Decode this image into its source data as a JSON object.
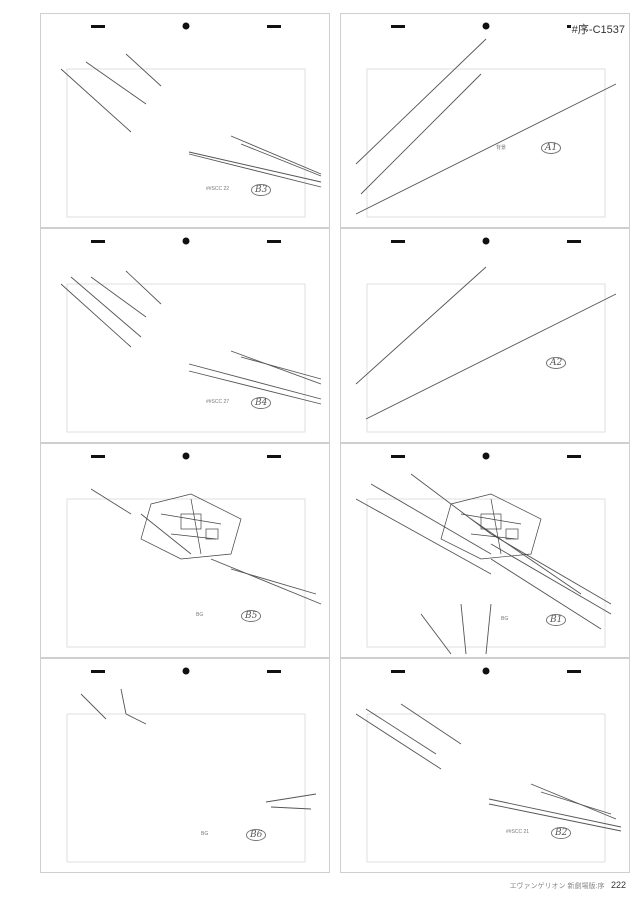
{
  "cut_id": "#序-C1537",
  "footer": {
    "book_title": "エヴァンゲリオン 新劇場版:序",
    "page_number": "222"
  },
  "panels": [
    {
      "label": "B3",
      "note": "##SCC 22"
    },
    {
      "label": "A1",
      "note": "背景"
    },
    {
      "label": "B4",
      "note": "##SCC 27"
    },
    {
      "label": "A2",
      "note": ""
    },
    {
      "label": "B5",
      "note": "BG"
    },
    {
      "label": "B1",
      "note": "BG"
    },
    {
      "label": "B6",
      "note": "BG"
    },
    {
      "label": "B2",
      "note": "##SCC 21"
    }
  ],
  "colors": {
    "pencil": "#555555",
    "frame": "#d8d8d8",
    "border": "#cfcfcf"
  }
}
